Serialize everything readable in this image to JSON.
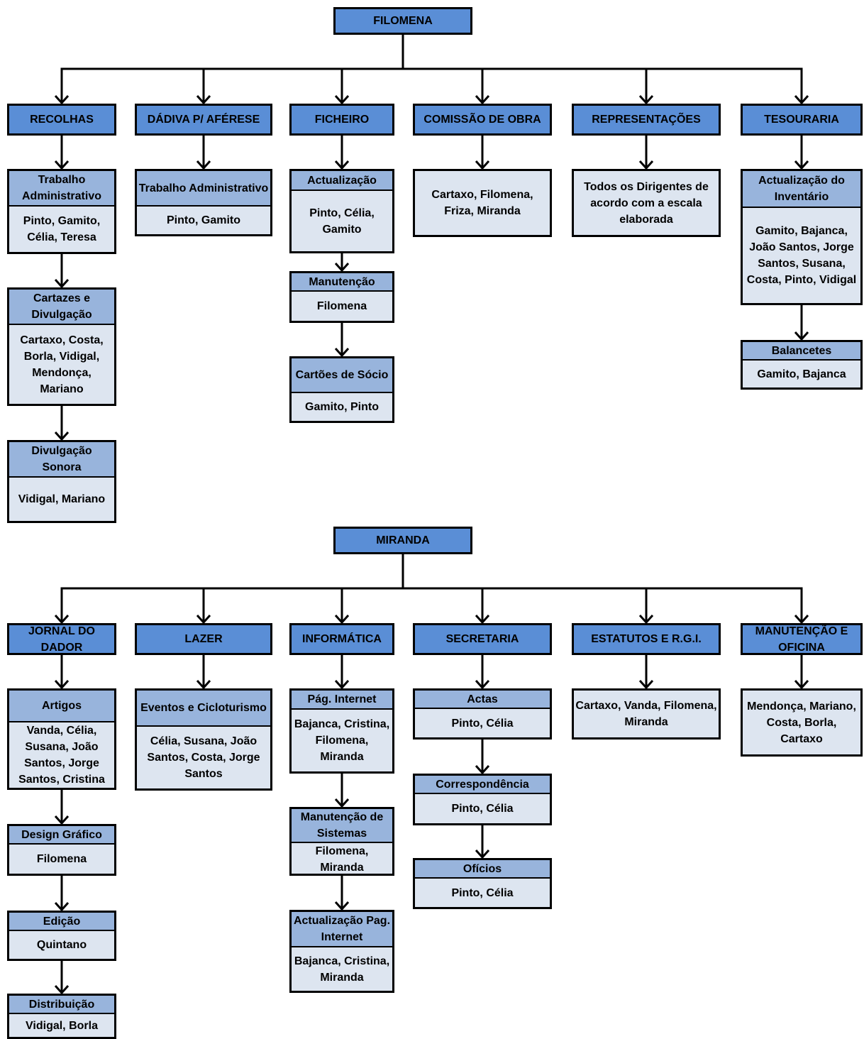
{
  "top": {
    "root": "FILOMENA",
    "branches": [
      {
        "title": "RECOLHAS",
        "items": [
          {
            "head": "Trabalho Administrativo",
            "body": "Pinto, Gamito, Célia, Teresa"
          },
          {
            "head": "Cartazes e Divulgação",
            "body": "Cartaxo, Costa, Borla, Vidigal, Mendonça, Mariano"
          },
          {
            "head": "Divulgação Sonora",
            "body": "Vidigal, Mariano"
          }
        ]
      },
      {
        "title": "DÁDIVA P/ AFÉRESE",
        "items": [
          {
            "head": "Trabalho Administrativo",
            "body": "Pinto, Gamito"
          }
        ]
      },
      {
        "title": "FICHEIRO",
        "items": [
          {
            "head": "Actualização",
            "body": "Pinto, Célia, Gamito"
          },
          {
            "head": "Manutenção",
            "body": "Filomena"
          },
          {
            "head": "Cartões de Sócio",
            "body": "Gamito, Pinto"
          }
        ]
      },
      {
        "title": "COMISSÃO DE OBRA",
        "items": [
          {
            "body": "Cartaxo, Filomena, Friza, Miranda"
          }
        ]
      },
      {
        "title": "REPRESENTAÇÕES",
        "items": [
          {
            "body": "Todos os Dirigentes de acordo com a escala elaborada"
          }
        ]
      },
      {
        "title": "TESOURARIA",
        "items": [
          {
            "head": "Actualização do Inventário",
            "body": "Gamito, Bajanca, João Santos, Jorge Santos, Susana, Costa, Pinto, Vidigal"
          },
          {
            "head": "Balancetes",
            "body": "Gamito, Bajanca"
          }
        ]
      }
    ]
  },
  "bottom": {
    "root": "MIRANDA",
    "branches": [
      {
        "title": "JORNAL DO DADOR",
        "items": [
          {
            "head": "Artigos",
            "body": "Vanda, Célia, Susana, João Santos, Jorge Santos, Cristina"
          },
          {
            "head": "Design Gráfico",
            "body": "Filomena"
          },
          {
            "head": "Edição",
            "body": "Quintano"
          },
          {
            "head": "Distribuição",
            "body": "Vidigal, Borla"
          }
        ]
      },
      {
        "title": "LAZER",
        "items": [
          {
            "head": "Eventos e Cicloturismo",
            "body": "Célia, Susana, João Santos, Costa, Jorge Santos"
          }
        ]
      },
      {
        "title": "INFORMÁTICA",
        "items": [
          {
            "head": "Pág. Internet",
            "body": "Bajanca, Cristina, Filomena, Miranda"
          },
          {
            "head": "Manutenção de Sistemas",
            "body": "Filomena, Miranda"
          },
          {
            "head": "Actualização Pag. Internet",
            "body": "Bajanca, Cristina, Miranda"
          }
        ]
      },
      {
        "title": "SECRETARIA",
        "items": [
          {
            "head": "Actas",
            "body": "Pinto, Célia"
          },
          {
            "head": "Correspondência",
            "body": "Pinto, Célia"
          },
          {
            "head": "Ofícios",
            "body": "Pinto, Célia"
          }
        ]
      },
      {
        "title": "ESTATUTOS E R.G.I.",
        "items": [
          {
            "body": "Cartaxo, Vanda, Filomena, Miranda"
          }
        ]
      },
      {
        "title": "MANUTENÇÃO E OFICINA",
        "items": [
          {
            "body": "Mendonça, Mariano, Costa, Borla, Cartaxo"
          }
        ]
      }
    ]
  }
}
